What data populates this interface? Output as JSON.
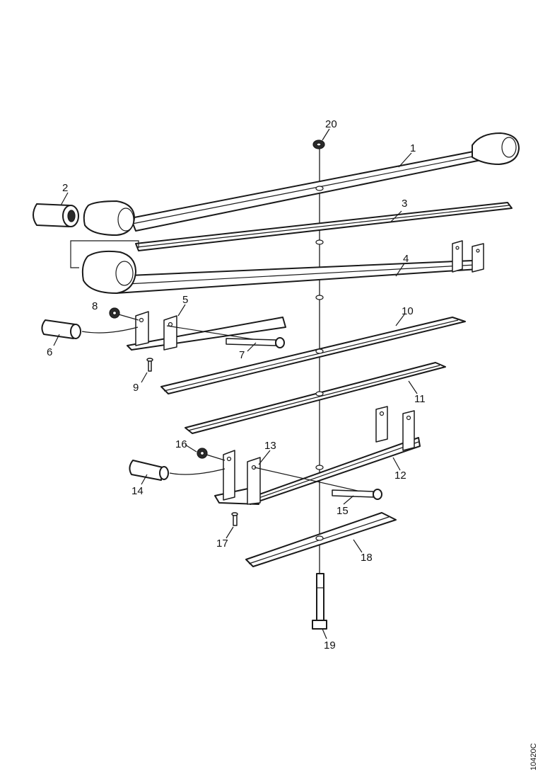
{
  "callouts": {
    "p1": "1",
    "p2": "2",
    "p3": "3",
    "p4": "4",
    "p5": "5",
    "p6": "6",
    "p7": "7",
    "p8": "8",
    "p9": "9",
    "p10": "10",
    "p11": "11",
    "p12": "12",
    "p13": "13",
    "p14": "14",
    "p15": "15",
    "p16": "16",
    "p17": "17",
    "p18": "18",
    "p19": "19",
    "p20": "20"
  },
  "figure_ref": "10420C"
}
